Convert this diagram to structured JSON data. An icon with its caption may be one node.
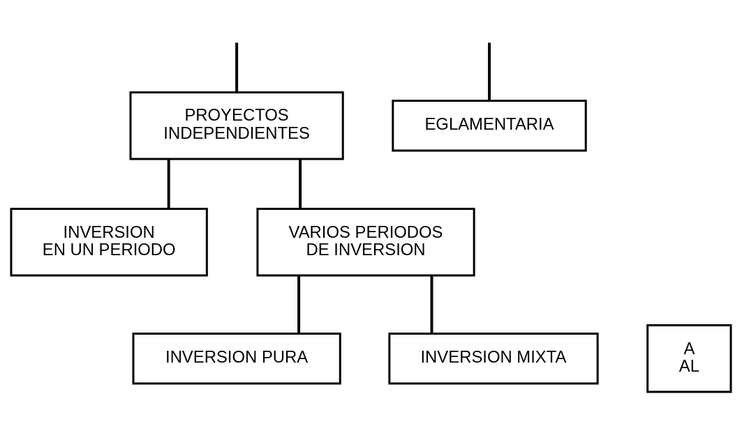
{
  "diagram": {
    "nodes": [
      {
        "text": [
          "PROYECTOS INDEPENDIENTES"
        ]
      },
      {
        "text": [
          "INVERSION EN UN PERIODO"
        ]
      },
      {
        "text": [
          "VARIOS PERIODOS DE INVERSION"
        ]
      },
      {
        "text": [
          "INVERSION PURA"
        ]
      },
      {
        "text": [
          "INVERSION MIXTA"
        ]
      },
      {
        "text": [
          "A AL"
        ]
      },
      {
        "text": [
          "EGLAMENTARIA"
        ]
      }
    ],
    "edges": [
      {
        "from": null,
        "to": 0,
        "arrow": "none"
      },
      {
        "from": 0,
        "to": 1,
        "arrow": "none"
      },
      {
        "from": 0,
        "to": 2,
        "arrow": "none"
      },
      {
        "from": 2,
        "to": 3,
        "arrow": "none"
      },
      {
        "from": 2,
        "to": 4,
        "arrow": "none"
      },
      {
        "from": null,
        "to": 6,
        "arrow": "none"
      }
    ]
  }
}
